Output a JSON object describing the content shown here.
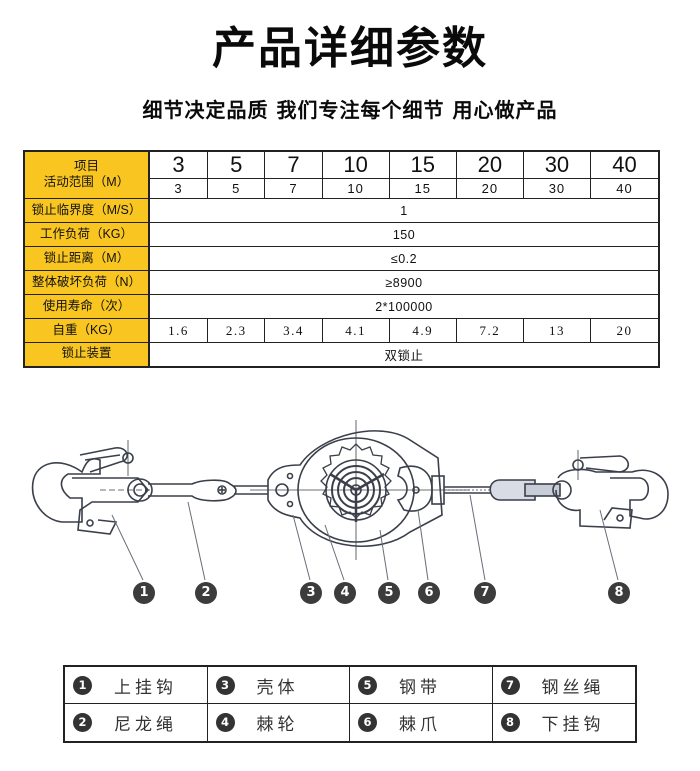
{
  "header": {
    "title": "产品详细参数",
    "subtitle": "细节决定品质  我们专注每个细节  用心做产品"
  },
  "spec_table": {
    "header_label_line1": "项目",
    "header_label_line2": "活动范围（M）",
    "lengths_large": [
      "3",
      "5",
      "7",
      "10",
      "15",
      "20",
      "30",
      "40"
    ],
    "lengths_small": [
      "3",
      "5",
      "7",
      "10",
      "15",
      "20",
      "30",
      "40"
    ],
    "rows": [
      {
        "label": "锁止临界度（M/S）",
        "value": "1"
      },
      {
        "label": "工作负荷（KG）",
        "value": "150"
      },
      {
        "label": "锁止距离（M）",
        "value": "≤0.2"
      },
      {
        "label": "整体破坏负荷（N）",
        "value": "≥8900"
      },
      {
        "label": "使用寿命（次）",
        "value": "2*100000"
      }
    ],
    "weight_row": {
      "label": "自重（KG）",
      "values": [
        "1.6",
        "2.3",
        "3.4",
        "4.1",
        "4.9",
        "7.2",
        "13",
        "20"
      ]
    },
    "lock_row": {
      "label": "锁止装置",
      "value": "双锁止"
    }
  },
  "diagram": {
    "callouts": [
      "1",
      "2",
      "3",
      "4",
      "5",
      "6",
      "7",
      "8"
    ],
    "line_color": "#3a3f4a",
    "callout_color": "#3c3c3c"
  },
  "legend": {
    "items": [
      {
        "num": "1",
        "name": "上挂钩"
      },
      {
        "num": "3",
        "name": "壳体"
      },
      {
        "num": "5",
        "name": "钢带"
      },
      {
        "num": "7",
        "name": "钢丝绳"
      },
      {
        "num": "2",
        "name": "尼龙绳"
      },
      {
        "num": "4",
        "name": "棘轮"
      },
      {
        "num": "6",
        "name": "棘爪"
      },
      {
        "num": "8",
        "name": "下挂钩"
      }
    ]
  },
  "colors": {
    "label_bg": "#f9c520",
    "border": "#222222",
    "text": "#111111"
  }
}
